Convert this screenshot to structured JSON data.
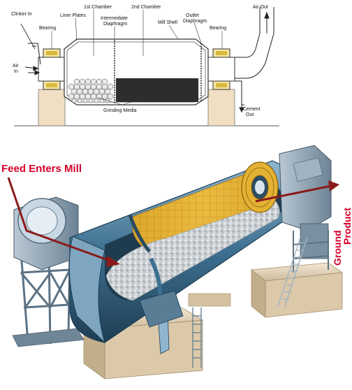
{
  "schematic": {
    "labels": {
      "clinker_in": "Clinker In",
      "bearing_left": "Bearing",
      "liner_plates": "Liner Plates",
      "chamber_1": "1st Chamber",
      "intermediate_diaphragm_1": "Intermediate",
      "intermediate_diaphragm_2": "Diaphragm",
      "chamber_2": "2nd Chamber",
      "mill_shell": "Mill Shell",
      "outlet_diaphragm_1": "Outlet",
      "outlet_diaphragm_2": "Diaphragm",
      "bearing_right": "Bearing",
      "air_out": "Air Out",
      "air_in_1": "Air",
      "air_in_2": "In",
      "grinding_media": "Grinding Media",
      "cement_out_1": "Cement",
      "cement_out_2": "Out"
    }
  },
  "illustration": {
    "labels": {
      "feed_enters_mill": "Feed Enters Mill",
      "ground_product_1": "Ground",
      "ground_product_2": "Product"
    }
  },
  "colors": {
    "arrow": "#8b1a1a",
    "label_red": "#d6002a",
    "mill_shell": "#3b6f8f",
    "liner_yellow": "#e9b22c",
    "concrete": "#e6d6bd"
  }
}
